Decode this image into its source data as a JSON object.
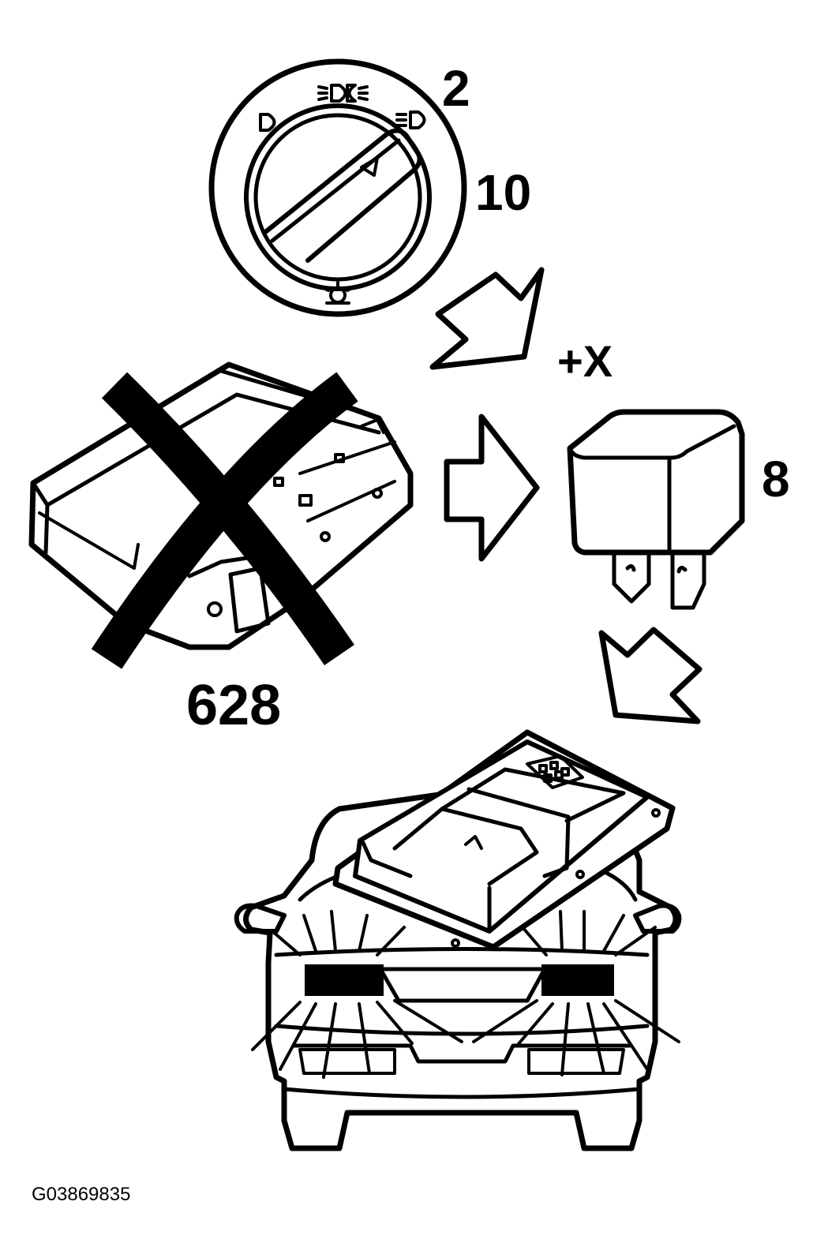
{
  "callouts": {
    "light_switch": "2",
    "switch_position": "10",
    "supply": "+X",
    "relay": "8",
    "removed_module": "628"
  },
  "figure_id": "G03869835",
  "colors": {
    "ink": "#000000",
    "paper": "#ffffff"
  }
}
